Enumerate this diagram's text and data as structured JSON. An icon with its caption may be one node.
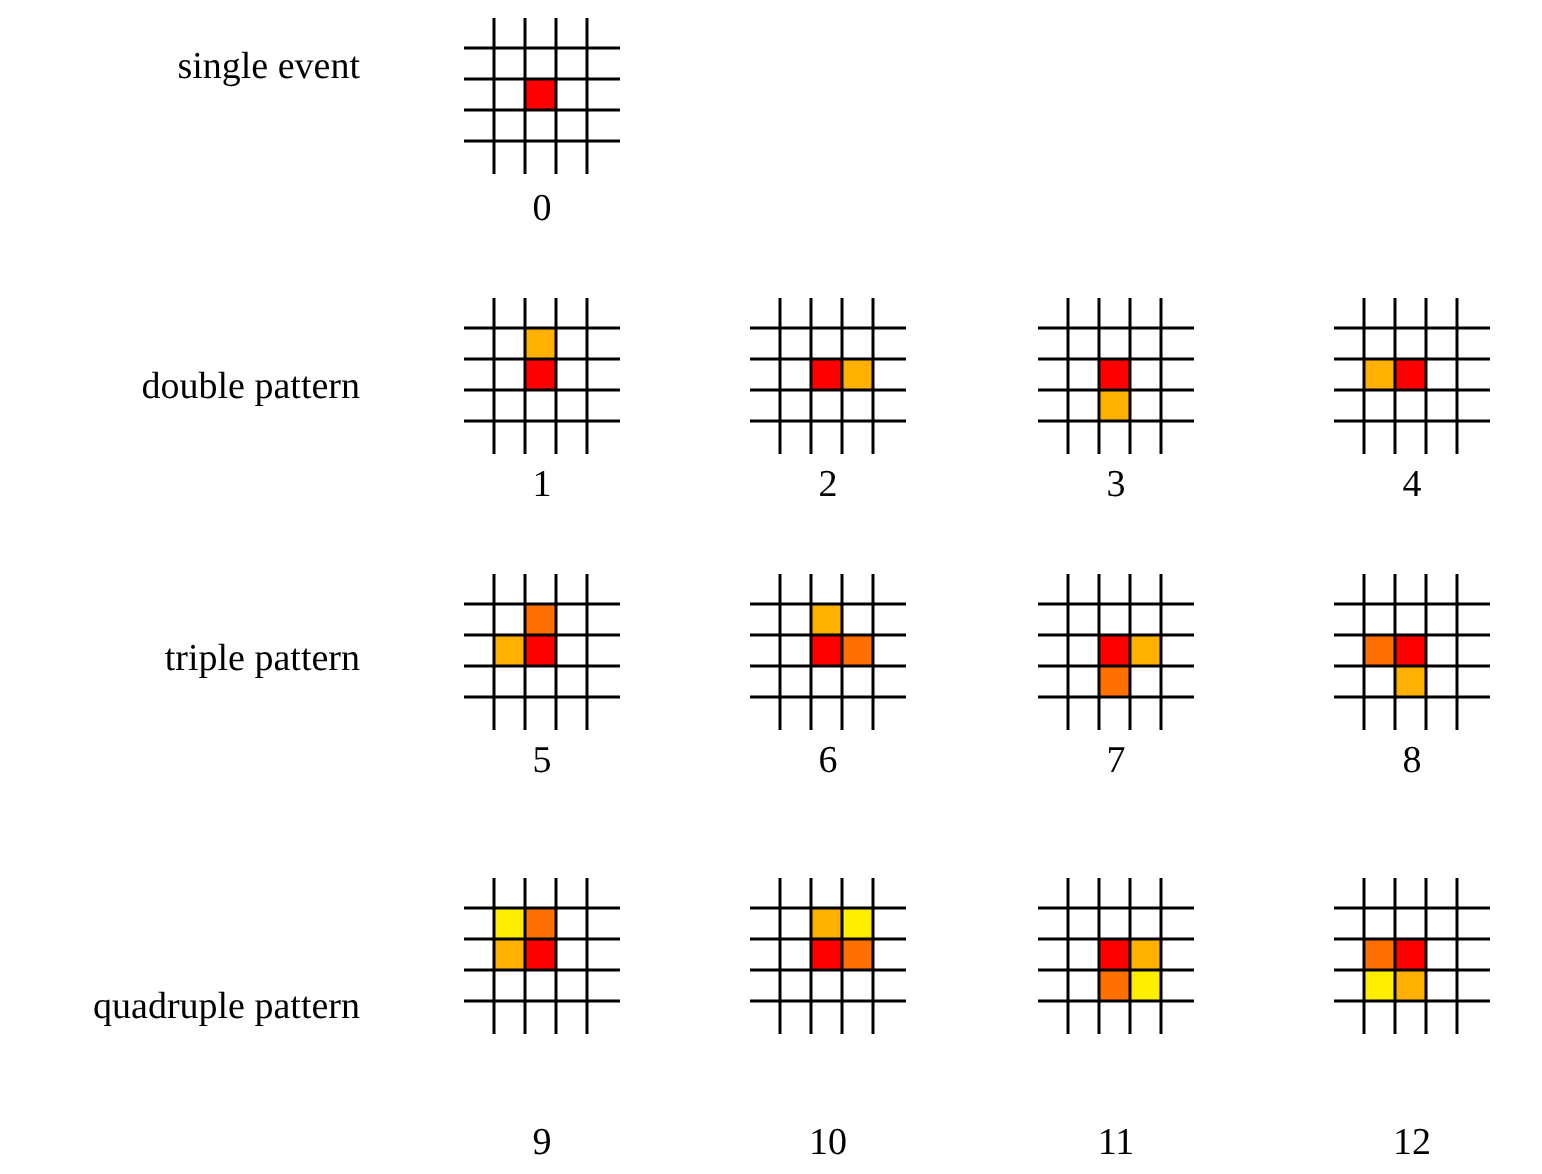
{
  "diagram": {
    "nodes": [
      {
        "text": [],
        "shape": "picture",
        "beside": [
          "0"
        ]
      },
      {
        "text": [],
        "shape": "picture",
        "beside": [
          "1"
        ]
      },
      {
        "text": [],
        "shape": "picture",
        "beside": [
          "2"
        ]
      },
      {
        "text": [],
        "shape": "picture",
        "beside": [
          "3"
        ]
      },
      {
        "text": [],
        "shape": "picture",
        "beside": [
          "4"
        ]
      },
      {
        "text": [],
        "shape": "picture",
        "beside": [
          "5"
        ]
      },
      {
        "text": [],
        "shape": "picture",
        "beside": [
          "6"
        ]
      },
      {
        "text": [],
        "shape": "picture",
        "beside": [
          "7"
        ]
      },
      {
        "text": [],
        "shape": "picture",
        "beside": [
          "8"
        ]
      },
      {
        "text": [],
        "shape": "picture",
        "beside": [
          "9"
        ]
      },
      {
        "text": [],
        "shape": "picture",
        "beside": [
          "10"
        ]
      },
      {
        "text": [],
        "shape": "picture",
        "beside": [
          "11"
        ]
      },
      {
        "text": [],
        "shape": "picture",
        "beside": [
          "12"
        ]
      }
    ],
    "edges": [],
    "labels": [
      "single event",
      "double pattern",
      "triple pattern",
      "quadruple pattern"
    ]
  }
}
